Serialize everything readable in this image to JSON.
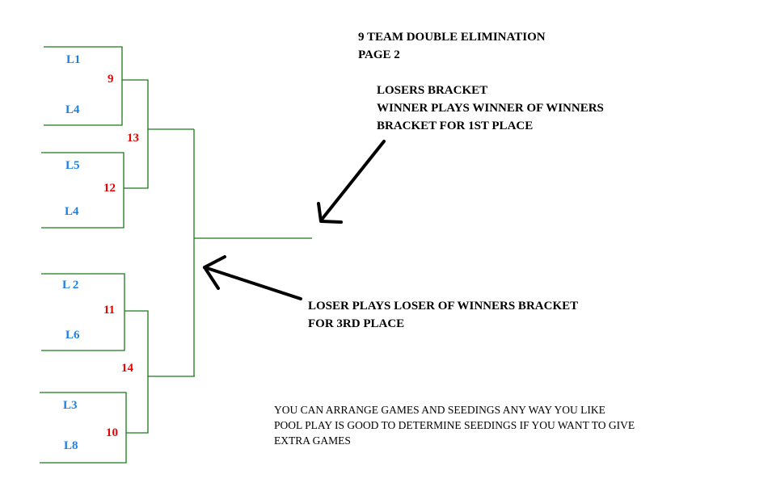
{
  "title": {
    "line1": "9 TEAM DOUBLE ELIMINATION",
    "line2": "PAGE 2"
  },
  "top_note": {
    "line1": "LOSERS BRACKET",
    "line2": "WINNER PLAYS WINNER OF WINNERS",
    "line3": "BRACKET FOR 1ST PLACE"
  },
  "mid_note": {
    "line1": "LOSER PLAYS LOSER OF WINNERS BRACKET",
    "line2": "FOR 3RD PLACE"
  },
  "bottom_note": {
    "line1": "YOU CAN ARRANGE GAMES AND SEEDINGS ANY WAY YOU LIKE",
    "line2": "POOL PLAY IS GOOD TO DETERMINE SEEDINGS IF YOU WANT TO GIVE",
    "line3": "EXTRA GAMES"
  },
  "bracket": {
    "first_round": [
      {
        "game": "9",
        "top": "L1",
        "bottom": "L4"
      },
      {
        "game": "12",
        "top": "L5",
        "bottom": "L4"
      },
      {
        "game": "11",
        "top": "L 2",
        "bottom": "L6"
      },
      {
        "game": "10",
        "top": "L3",
        "bottom": "L8"
      }
    ],
    "second_round": [
      {
        "game": "13"
      },
      {
        "game": "14"
      }
    ]
  },
  "colors": {
    "team": "#1a80e6",
    "game": "#ee0000",
    "line": "#1a7a1a",
    "arrow": "#000000"
  }
}
